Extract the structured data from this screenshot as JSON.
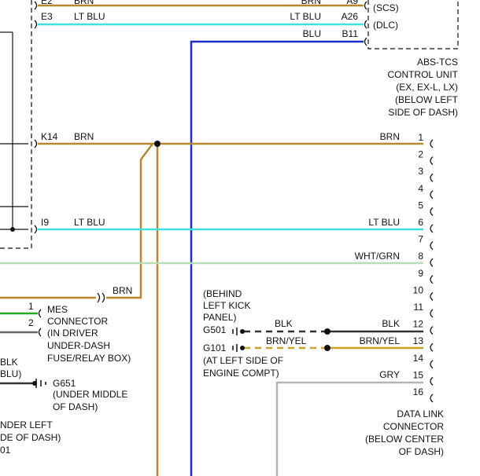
{
  "abs_tcs": {
    "top_left_pins": {
      "e2": "E2",
      "e3": "E3"
    },
    "top_wire_colors": {
      "e2": "BRN",
      "e3": "LT BLU"
    },
    "top_right_wire_colors": {
      "a9": "BRN",
      "a26": "LT BLU",
      "b11": "BLU"
    },
    "top_right_pins": {
      "a9": "A9",
      "a26": "A26",
      "b11": "B11"
    },
    "top_connectors": {
      "scs": "(SCS)",
      "dlc": "(DLC)"
    },
    "label_lines": [
      "ABS-TCS",
      "CONTROL UNIT",
      "(EX, EX-L, LX)",
      "(BELOW LEFT",
      "SIDE OF DASH)"
    ]
  },
  "left_unit": {
    "k14": {
      "pin": "K14",
      "wire": "BRN"
    },
    "i9": {
      "pin": "I9",
      "wire": "LT BLU"
    }
  },
  "mes": {
    "wire_brn": "BRN",
    "pins": [
      "1",
      "2"
    ],
    "label_lines": [
      "MES",
      "CONNECTOR",
      "(IN DRIVER",
      "UNDER-DASH",
      "FUSE/RELAY BOX)"
    ]
  },
  "g651": {
    "wire_lines": [
      "BLK",
      "BLU)"
    ],
    "label": "G651",
    "location_lines": [
      "(UNDER MIDDLE",
      "OF DASH)"
    ]
  },
  "lower_left": {
    "text_lines": [
      "NDER LEFT",
      "DE OF DASH)",
      "01"
    ]
  },
  "grounds": {
    "behind_lines": [
      "(BEHIND",
      "LEFT KICK",
      "PANEL)"
    ],
    "g501": {
      "label": "G501",
      "wire": "BLK"
    },
    "g101": {
      "label": "G101",
      "wire": "BRN/YEL"
    },
    "g101_location_lines": [
      "(AT LEFT SIDE OF",
      "ENGINE COMPT)"
    ]
  },
  "dlc": {
    "pins": [
      "1",
      "2",
      "3",
      "4",
      "5",
      "6",
      "7",
      "8",
      "9",
      "10",
      "11",
      "12",
      "13",
      "14",
      "15",
      "16"
    ],
    "wire_labels": {
      "p1": "BRN",
      "p6": "LT BLU",
      "p8": "WHT/GRN",
      "p12": "BLK",
      "p13": "BRN/YEL",
      "p15": "GRY"
    },
    "label_lines": [
      "DATA LINK",
      "CONNECTOR",
      "(BELOW CENTER",
      "OF DASH)"
    ]
  },
  "colors": {
    "brn": "#b8862b",
    "lt_blu": "#3fe0e0",
    "blu": "#1a2fc8",
    "blk": "#333333",
    "gry": "#b4b4b4",
    "wht_grn": "#b9dcb8",
    "brn_yel": "#c9a227",
    "green": "#22aa22"
  }
}
